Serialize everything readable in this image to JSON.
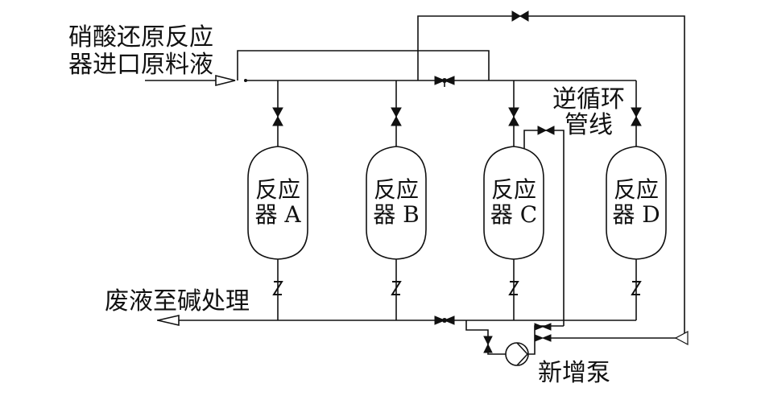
{
  "labels": {
    "inlet_line1": "硝酸还原反应",
    "inlet_line2": "器进口原料液",
    "waste": "废液至碱处理",
    "reverse_line1": "逆循环",
    "reverse_line2": "管线",
    "new_pump": "新增泵"
  },
  "vessels": [
    {
      "line1": "反应",
      "line2": "器 A"
    },
    {
      "line1": "反应",
      "line2": "器 B"
    },
    {
      "line1": "反应",
      "line2": "器 C"
    },
    {
      "line1": "反应",
      "line2": "器 D"
    }
  ]
}
